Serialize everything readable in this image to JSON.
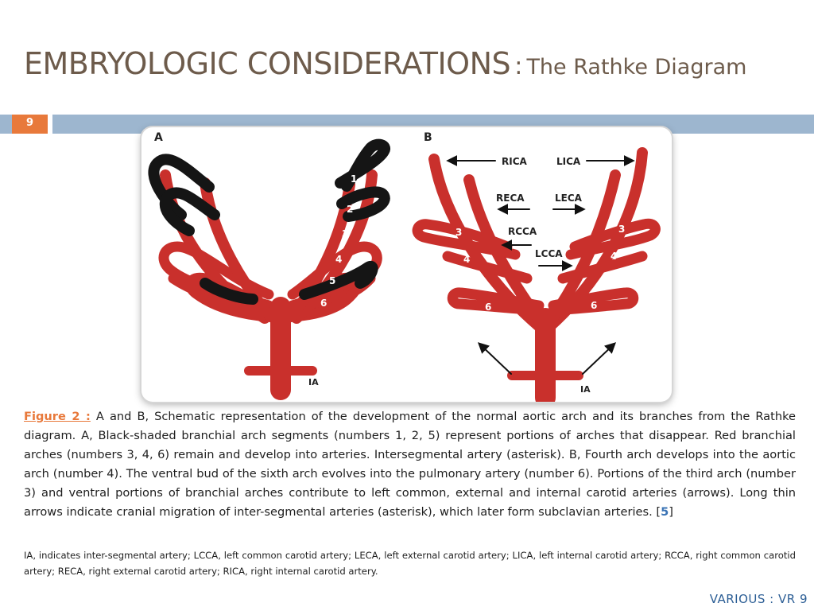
{
  "slide": {
    "title_main": "EMBRYOLOGIC CONSIDERATIONS",
    "title_sep": ":",
    "title_sub": "The Rathke Diagram",
    "page_number": "9",
    "footer": "VARIOUS : VR 9"
  },
  "figure": {
    "panel_a": {
      "letter": "A",
      "numbers": [
        "1",
        "2",
        "3",
        "4",
        "5",
        "6"
      ],
      "ia": "IA",
      "asterisk": "*"
    },
    "panel_b": {
      "letter": "B",
      "labels": [
        "RICA",
        "LICA",
        "RECA",
        "LECA",
        "RCCA",
        "LCCA"
      ],
      "numbers": [
        "3",
        "4",
        "6",
        "3",
        "4",
        "6"
      ],
      "ia": "IA",
      "asterisk": "*"
    },
    "colors": {
      "artery": "#c9302c",
      "disappearing": "#151515"
    }
  },
  "caption": {
    "label": "Figure 2 :",
    "text": "A and B, Schematic representation of the development of the normal aortic arch and its branches from the Rathke diagram. A, Black-shaded branchial arch segments (numbers 1, 2, 5) represent portions of arches that disappear. Red branchial arches (numbers 3, 4, 6) remain and develop into arteries. Intersegmental artery (asterisk). B, Fourth arch develops into the aortic arch (number 4). The ventral bud of the sixth arch evolves into the pulmonary artery (number 6). Portions of the third arch (number 3) and ventral portions of branchial arches contribute to left common, external and internal carotid arteries (arrows). Long thin arrows indicate cranial migration of inter-segmental arteries (asterisk), which later form subclavian arteries.",
    "ref_open": "[",
    "ref": "5",
    "ref_close": "]"
  },
  "abbreviations": "IA, indicates inter-segmental artery;  LCCA, left common carotid artery; LECA, left external carotid artery; LICA, left internal carotid artery; RCCA, right common carotid artery; RECA, right external carotid artery; RICA, right internal carotid artery."
}
